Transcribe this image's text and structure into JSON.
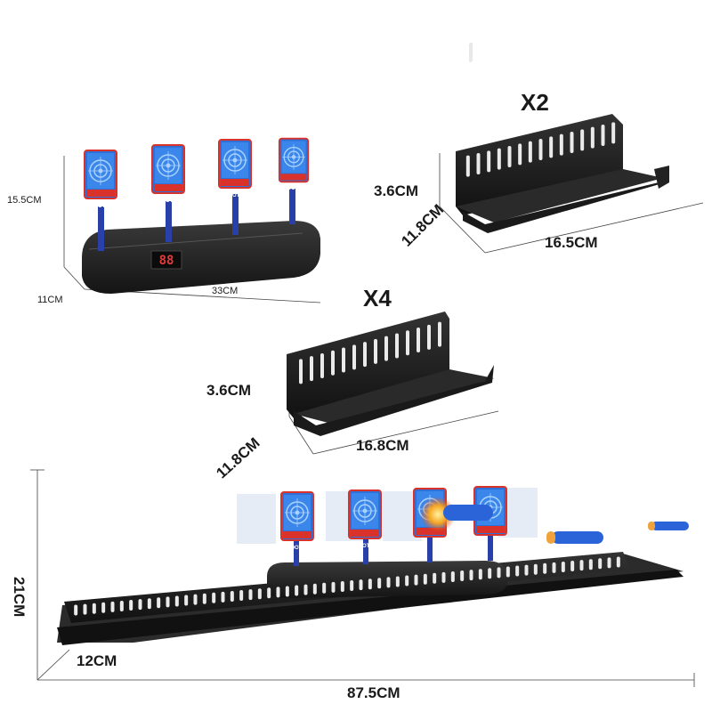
{
  "product_a": {
    "height": "15.5CM",
    "depth": "11CM",
    "width": "33CM",
    "display": "88",
    "target_label": "SHOOTING"
  },
  "product_b": {
    "quantity": "X2",
    "height": "3.6CM",
    "depth": "11.8CM",
    "length": "16.5CM"
  },
  "product_c": {
    "quantity": "X4",
    "height": "3.6CM",
    "depth": "11.8CM",
    "length": "16.8CM"
  },
  "assembly": {
    "height": "21CM",
    "depth": "12CM",
    "length": "87.5CM"
  },
  "colors": {
    "target_blue": "#2f6fd6",
    "target_red": "#d8322a",
    "base_black": "#1e1e1e",
    "dart_blue": "#2b63d9",
    "dart_orange": "#f2a23a"
  }
}
